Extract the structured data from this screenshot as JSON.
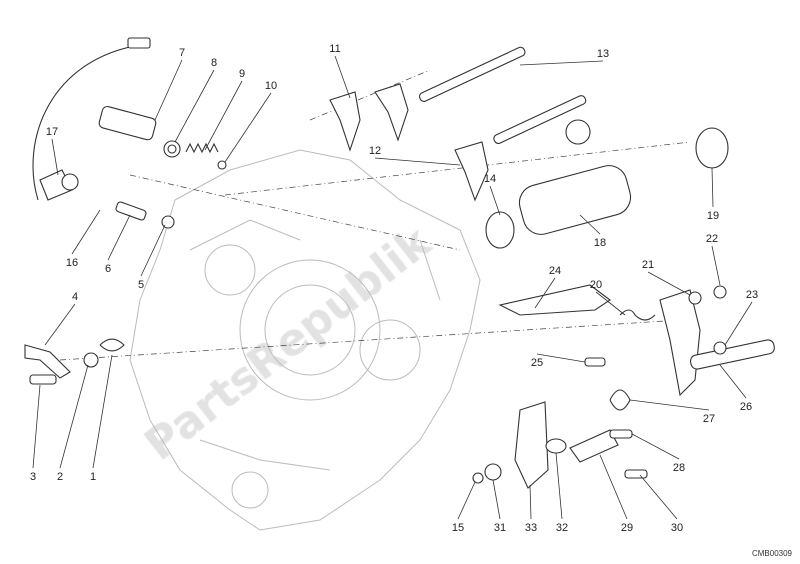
{
  "diagram": {
    "title": "Gear change mechanism exploded view",
    "part_numbers": [
      "1",
      "2",
      "3",
      "4",
      "5",
      "6",
      "7",
      "8",
      "9",
      "10",
      "11",
      "12",
      "13",
      "14",
      "15",
      "16",
      "17",
      "18",
      "19",
      "20",
      "21",
      "22",
      "23",
      "24",
      "25",
      "26",
      "27",
      "28",
      "29",
      "30",
      "31",
      "32",
      "33"
    ],
    "drawing_code": "CMB00309",
    "watermark": "PartsRepublik",
    "colors": {
      "line": "#333333",
      "case": "#bbbbbb",
      "watermark": "#d8d8d8"
    }
  }
}
